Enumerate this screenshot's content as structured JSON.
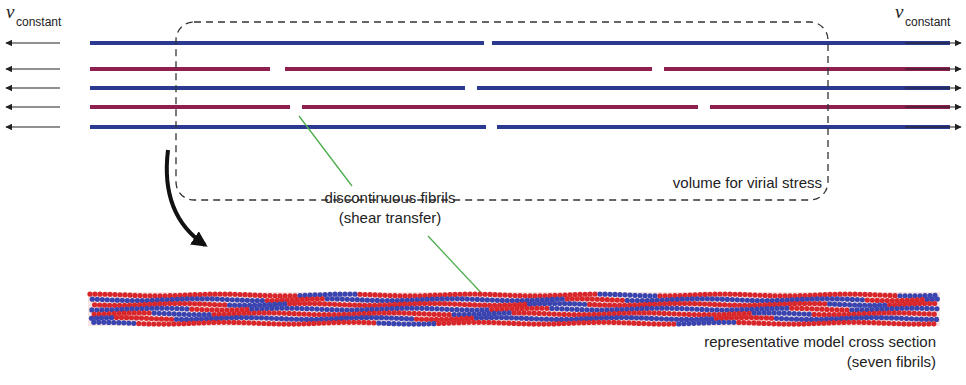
{
  "diagram": {
    "labels": [
      "v",
      "constant",
      "v",
      "constant",
      "volume for virial stress",
      "discontinuous fibrils (shear transfer)",
      "representative model cross section (seven fibrils)"
    ]
  }
}
